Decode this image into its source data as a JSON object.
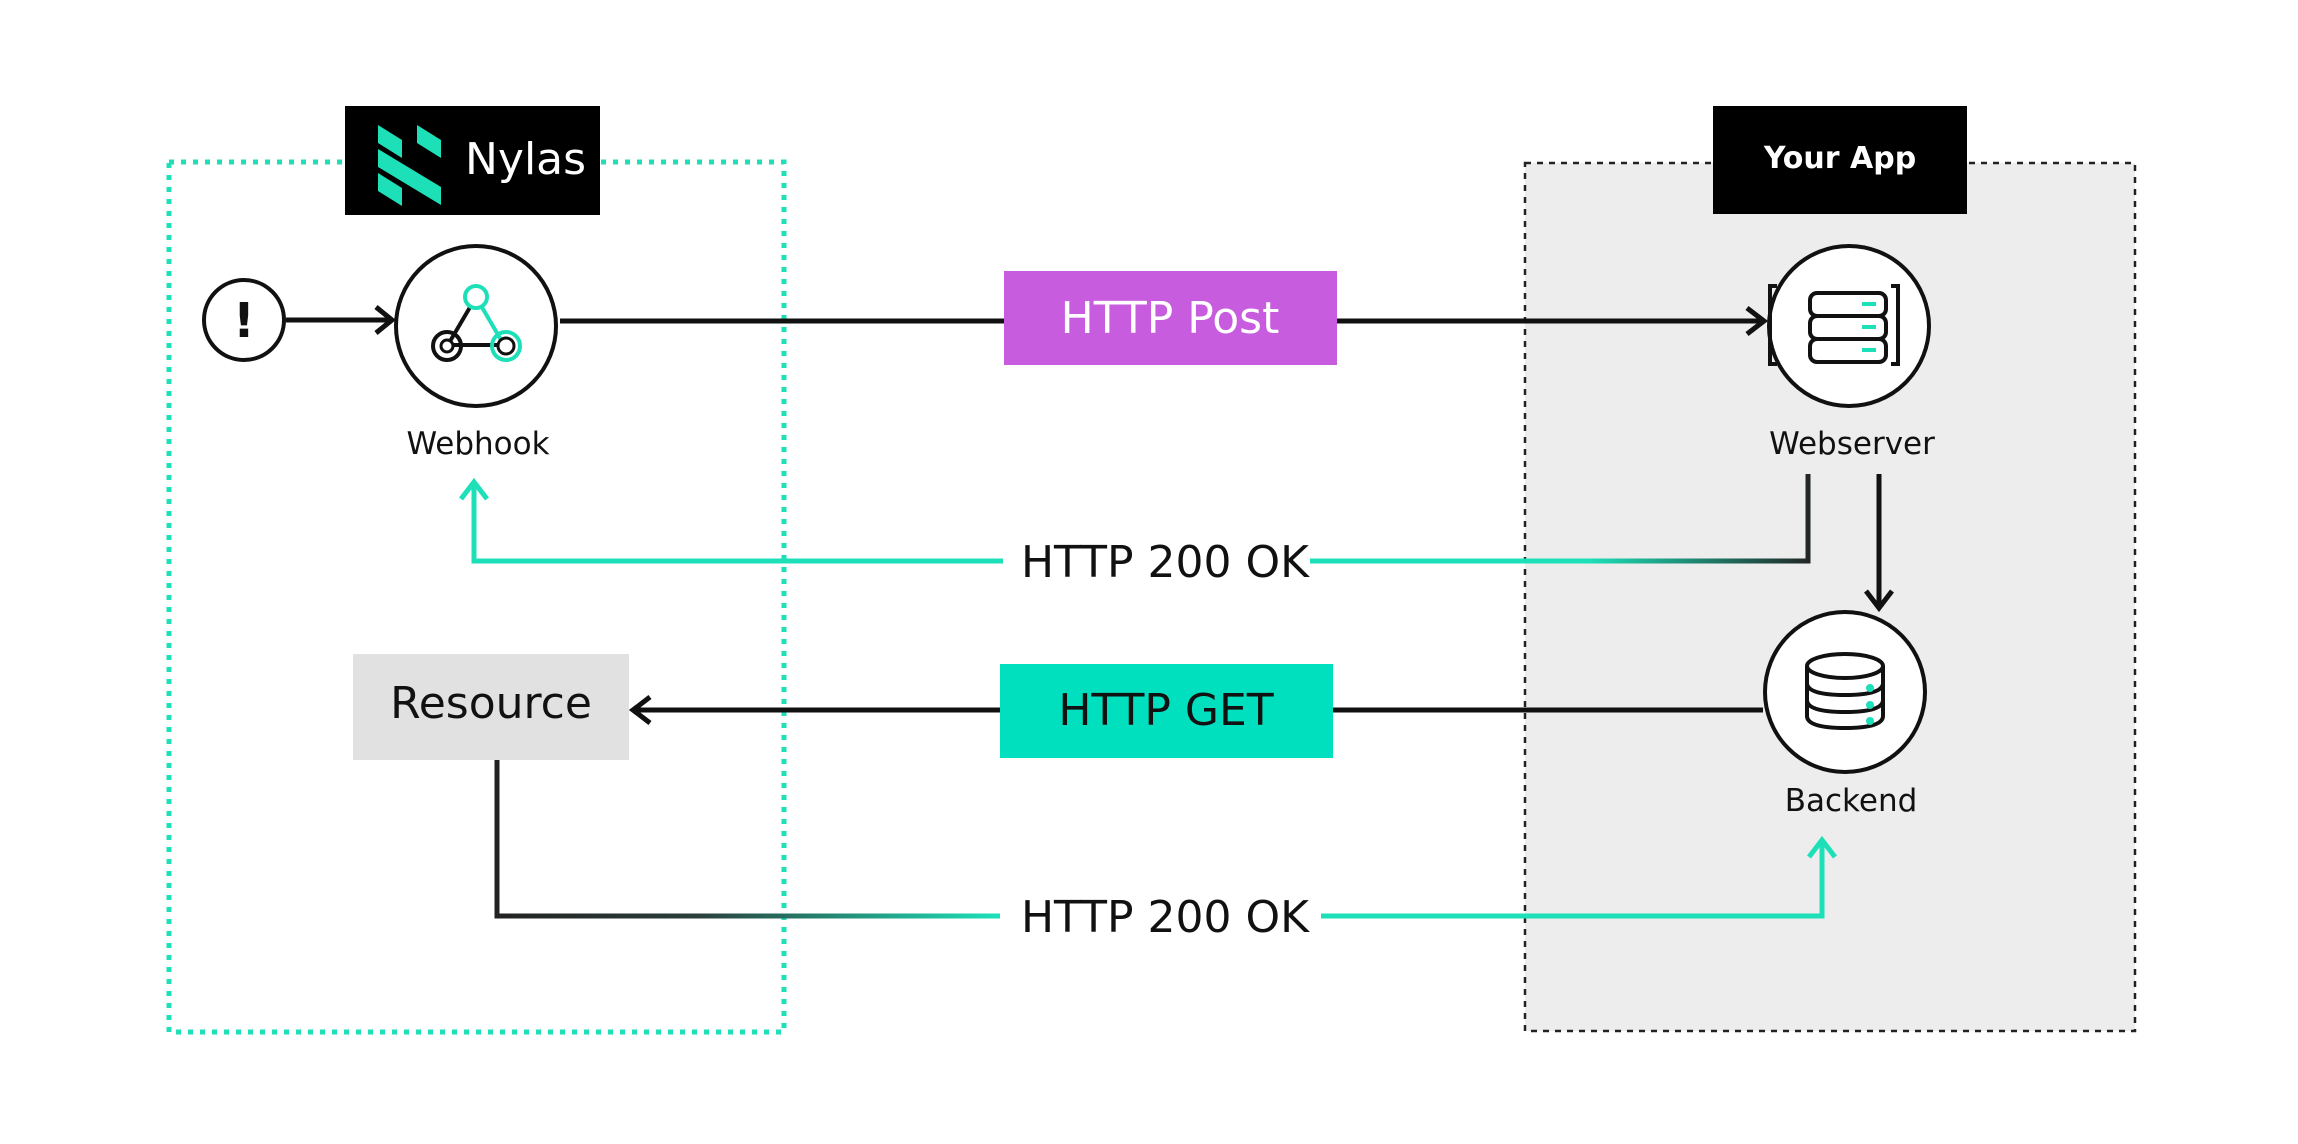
{
  "nylas_group": {
    "brand": "Nylas",
    "border_color": "#1DE0B8"
  },
  "app_group": {
    "title": "Your App",
    "fill_color": "#EDEDED"
  },
  "nodes": {
    "event": {
      "glyph": "!",
      "icon": "alert-icon"
    },
    "webhook": {
      "label": "Webhook",
      "icon": "webhook-icon"
    },
    "webserver": {
      "label": "Webserver",
      "icon": "server-icon"
    },
    "backend": {
      "label": "Backend",
      "icon": "database-icon"
    },
    "resource": {
      "label": "Resource"
    }
  },
  "flows": {
    "http_post": {
      "label": "HTTP Post",
      "color": "#C75CDE"
    },
    "http_200_webhook": {
      "label": "HTTP 200 OK"
    },
    "http_get": {
      "label": "HTTP GET",
      "color": "#00E0BF"
    },
    "http_200_backend": {
      "label": "HTTP 200 OK"
    }
  },
  "colors": {
    "accent": "#1DE0B8",
    "line": "#111111",
    "resource_fill": "#E1E1E1",
    "label_box": "#000000"
  }
}
